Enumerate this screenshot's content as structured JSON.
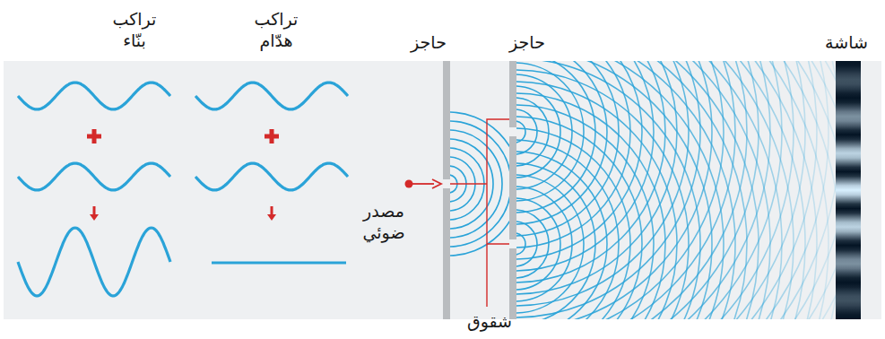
{
  "diagram": {
    "labels": [
      "تراكب بنّاء",
      "تراكب هدّام",
      "حاجز",
      "حاجز",
      "شاشة",
      "مصدر ضوئي",
      "شقوق"
    ]
  }
}
